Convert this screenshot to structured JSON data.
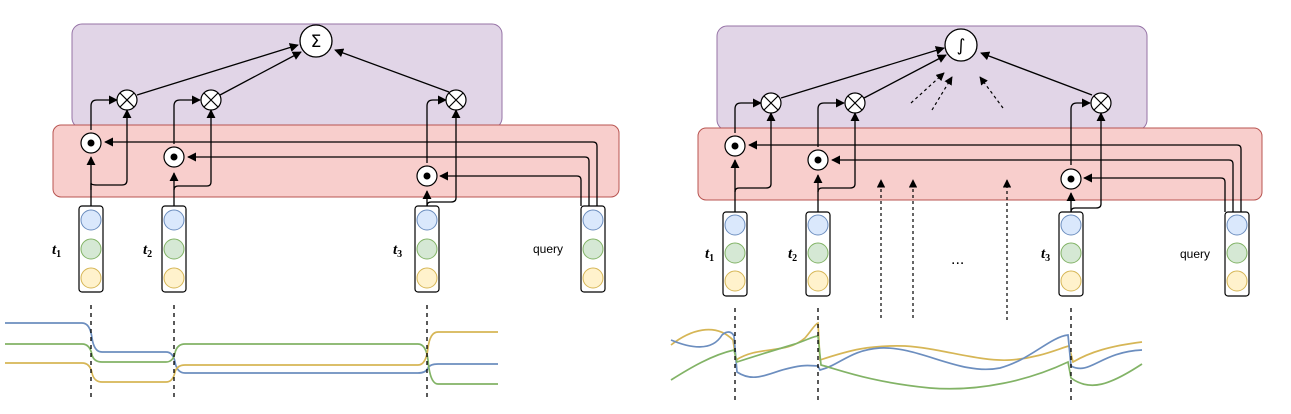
{
  "operators": {
    "sum_symbol": "Σ",
    "integral_symbol": "∫"
  },
  "left_panel": {
    "time_labels": [
      {
        "base": "t",
        "sub": "1"
      },
      {
        "base": "t",
        "sub": "2"
      },
      {
        "base": "t",
        "sub": "3"
      }
    ],
    "query_label": "query"
  },
  "right_panel": {
    "time_labels": [
      {
        "base": "t",
        "sub": "1"
      },
      {
        "base": "t",
        "sub": "2"
      },
      {
        "base": "t",
        "sub": "3"
      }
    ],
    "ellipsis": "...",
    "query_label": "query"
  },
  "colors": {
    "purple_box_fill": "#e1d5e7",
    "purple_box_stroke": "#9673a6",
    "red_box_fill": "#f8cecc",
    "red_box_stroke": "#b85450",
    "blue_node_fill": "#dae8fc",
    "blue_node_stroke": "#6c8ebf",
    "green_node_fill": "#d5e8d4",
    "green_node_stroke": "#82b366",
    "yellow_node_fill": "#fff2cc",
    "yellow_node_stroke": "#d6b656",
    "blue_curve": "#6c8ebf",
    "green_curve": "#82b366",
    "yellow_curve": "#d6b656"
  }
}
